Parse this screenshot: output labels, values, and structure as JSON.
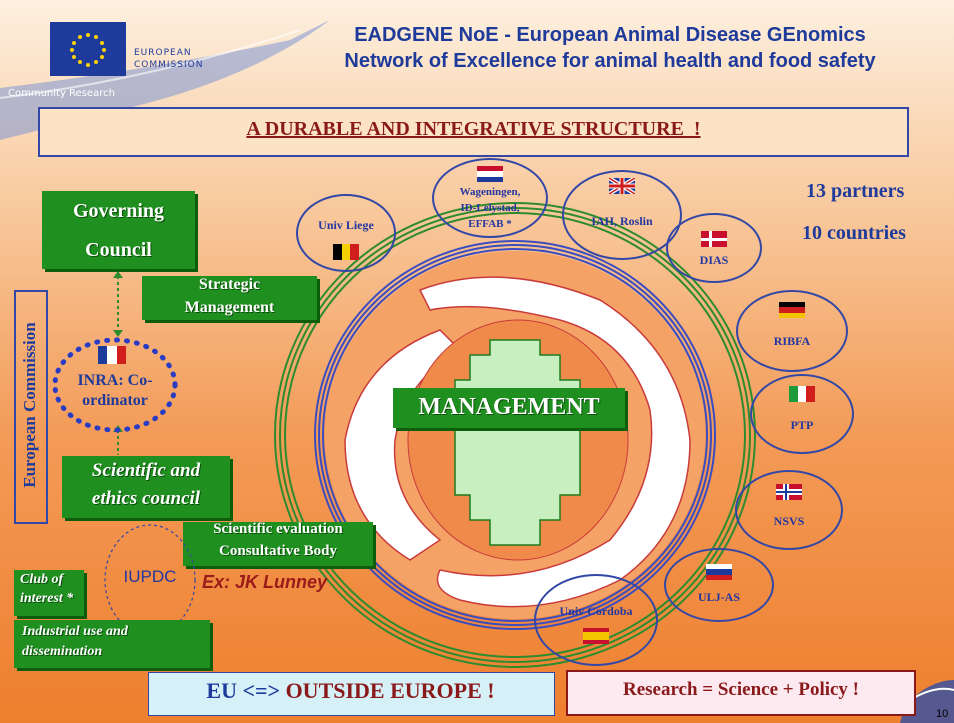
{
  "header": {
    "logo_line1": "EUROPEAN",
    "logo_line2": "COMMISSION",
    "logo_sub": "Community Research",
    "title_line1": "EADGENE NoE - European Animal Disease GEnomics",
    "title_line2": "Network of Excellence for animal health and food safety"
  },
  "subtitle": "A DURABLE AND INTEGRATIVE STRUCTURE  !",
  "stats": {
    "partners": "13 partners",
    "countries": "10 countries"
  },
  "left": {
    "governing_line1": "Governing",
    "governing_line2": "Council",
    "strategic_line1": "Strategic",
    "strategic_line2": "Management",
    "european_commission": "European Commission",
    "inra_line1": "INRA: Co-",
    "inra_line2": "ordinator",
    "scientific_line1": "Scientific and",
    "scientific_line2": "ethics council",
    "sci_eval_line1": "Scientific evaluation",
    "sci_eval_line2": "Consultative Body",
    "iupdc": "IUPDC",
    "ex": "Ex: JK Lunney",
    "club_line1": "Club of",
    "club_line2": "interest *",
    "industrial_line1": "Industrial use and",
    "industrial_line2": "dissemination"
  },
  "center": {
    "management": "MANAGEMENT"
  },
  "partners": {
    "liege": "Univ Liege",
    "wag_line1": "Wageningen,",
    "wag_line2": "ID-Lelystad,",
    "wag_line3": "EFFAB *",
    "iah": "IAH, Roslin",
    "dias": "DIAS",
    "ribfa": "RIBFA",
    "ptp": "PTP",
    "nsvs": "NSVS",
    "uljas": "ULJ-AS",
    "cordoba": "Univ Cordoba"
  },
  "footer": {
    "eu_prefix": "EU <=> ",
    "eu_outside": "OUTSIDE EUROPE !",
    "research": "Research = Science + Policy !",
    "page": "10"
  },
  "colors": {
    "green": "#1f8f1f",
    "blue": "#1e3a9a",
    "ring_green": "#2e8b2e",
    "ring_blue": "#3b4cc0",
    "dark_red": "#8a1a1a"
  }
}
